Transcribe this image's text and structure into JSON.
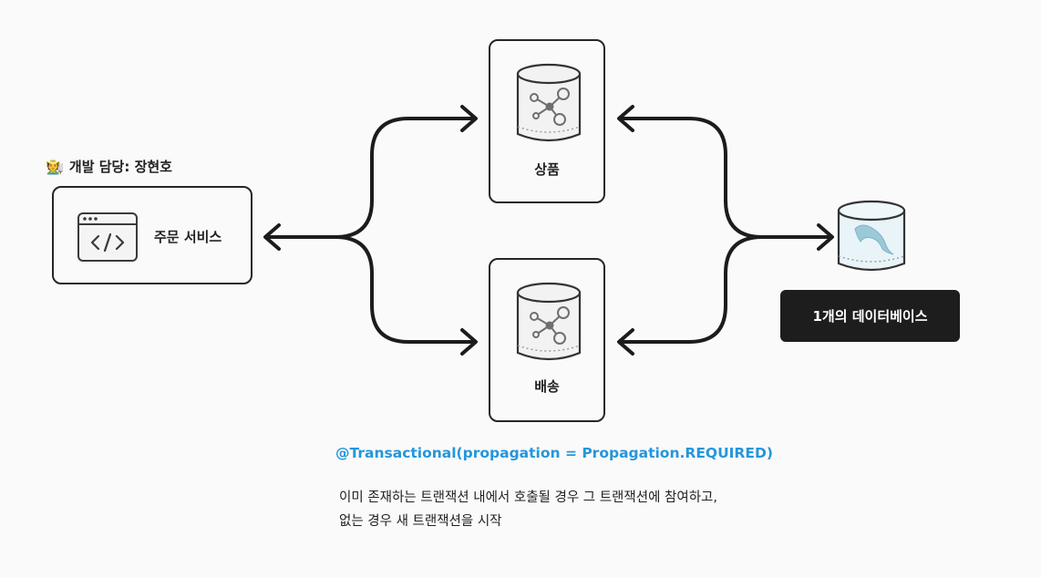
{
  "owner": {
    "emoji": "🧑‍🌾",
    "label": "개발 담당: 장현호"
  },
  "order_service": {
    "label": "주문 서비스",
    "icon": "code-window-icon"
  },
  "services": [
    {
      "label": "상품",
      "icon": "database-graph-icon"
    },
    {
      "label": "배송",
      "icon": "database-graph-icon"
    }
  ],
  "database": {
    "label": "1개의 데이터베이스",
    "icon": "mysql-dolphin-icon"
  },
  "annotation": "@Transactional(propagation = Propagation.REQUIRED)",
  "description": {
    "line1": "이미 존재하는 트랜잭션 내에서 호출될 경우 그 트랜잭션에 참여하고,",
    "line2": "없는 경우 새 트랜잭션을 시작"
  },
  "colors": {
    "annotation": "#2496dc",
    "badge_bg": "#1d1d1d",
    "outline": "#262626"
  }
}
